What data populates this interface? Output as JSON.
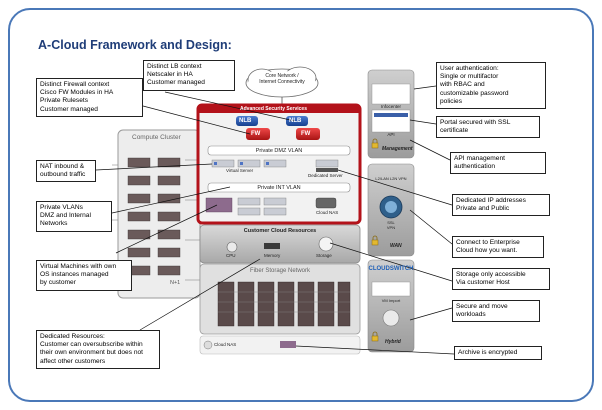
{
  "title": "A-Cloud Framework and Design:",
  "callouts": {
    "firewall": "Distinct Firewall context\nCisco FW Modules in HA\nPrivate Rulesets\nCustomer managed",
    "lb": "Distinct LB context\nNetscaler in HA\nCustomer managed",
    "nat": "NAT inbound &\noutbound traffic",
    "vlans": "Private VLANs\nDMZ and Internal\nNetworks",
    "vms": "Virtual Machines with own\nOS instances managed\nby customer",
    "dedicated": "Dedicated Resources:\nCustomer can oversubscribe within\ntheir own environment but does not\naffect other customers",
    "auth": "User authentication:\nSingle or multifactor\nwith RBAC and\ncustomizable password\npolicies",
    "portal": "Portal secured with SSL\ncertificate",
    "api": "API management\nauthentication",
    "ip": "Dedicated IP addresses\nPrivate and Public",
    "connect": "Connect to Enterprise\nCloud how you want.",
    "storage": "Storage only accessible\nVia  customer Host",
    "secure": "Secure and move\nworkloads",
    "archive": "Archive is encrypted"
  },
  "diagram": {
    "core_network": "Core Network /\nInternet Connectivity",
    "advanced_security": "Advanced Security Services",
    "nlb": "NLB",
    "fw": "FW",
    "dmz_vlan": "Private DMZ VLAN",
    "int_vlan": "Private INT VLAN",
    "dedicated_server": "Dedicated Server",
    "virtual_server": "Virtual Server",
    "cloud_nas": "Cloud NAS",
    "compute_cluster": "Compute Cluster",
    "n_plus_1": "N+1",
    "customer_cloud_resources": "Customer Cloud Resources",
    "cpu": "CPU",
    "memory": "Memory",
    "storage": "Storage",
    "fiber_storage": "Fiber Storage Network",
    "cloud_nas_bottom": "Cloud NAS",
    "infocenter": "Infocenter",
    "api": "API",
    "management": "Management",
    "lan_vpn": "L2/LAN L2N VPN",
    "ssl_vpn": "SSL\nVPN",
    "wan": "WAN",
    "cloudswitch": "CLOUDSWITCH",
    "vm_import": "VM Import",
    "hybrid": "Hybrid"
  },
  "colors": {
    "frame": "#4a78b8",
    "title": "#1f3d78",
    "security_red": "#b3121a",
    "nlb_blue": "#1d4fa8",
    "fw_red": "#d42020"
  }
}
